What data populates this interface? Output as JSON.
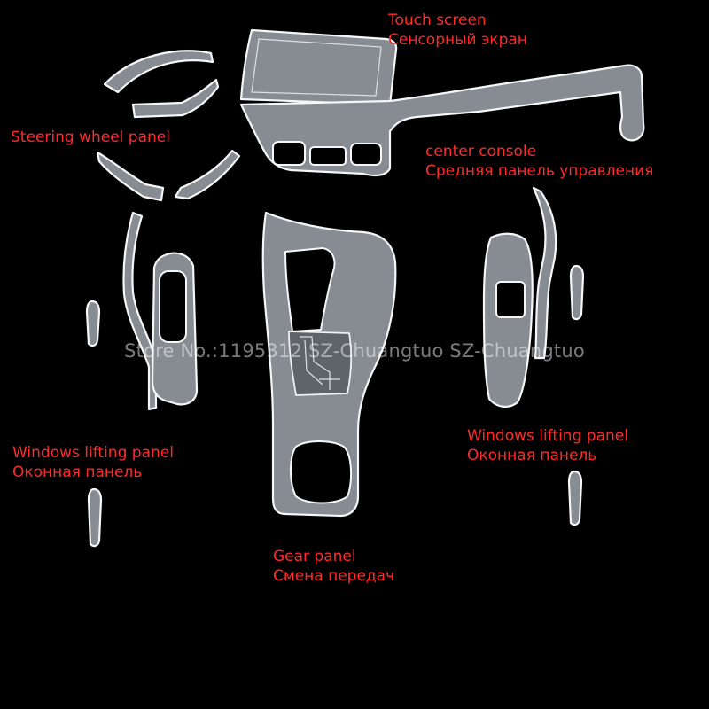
{
  "labels": {
    "touch_screen": {
      "en": "Touch screen",
      "ru": "Сенсорный экран"
    },
    "steering_wheel": {
      "en": "Steering wheel panel"
    },
    "center_console": {
      "en": "center console",
      "ru": "Средняя панель управления"
    },
    "windows_left": {
      "en": "Windows lifting panel",
      "ru": "Оконная панель"
    },
    "windows_right": {
      "en": "Windows lifting panel",
      "ru": "Оконная панель"
    },
    "gear_panel": {
      "en": "Gear panel",
      "ru": "Смена передач"
    }
  },
  "watermark": "Store No.:1195312 SZ-Chuangtuo SZ-Chuangtuo",
  "colors": {
    "background": "#000000",
    "label": "#ff2a2a",
    "film": "#878c92",
    "outline": "#f4f6f8"
  }
}
